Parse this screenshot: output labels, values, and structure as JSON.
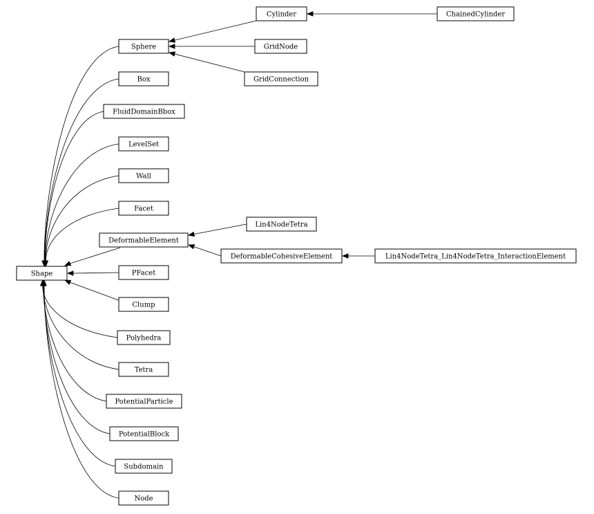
{
  "diagram": {
    "type": "inheritance-graph",
    "nodes": [
      {
        "id": "shape",
        "label": "Shape"
      },
      {
        "id": "sphere",
        "label": "Sphere"
      },
      {
        "id": "cylinder",
        "label": "Cylinder"
      },
      {
        "id": "chained_cylinder",
        "label": "ChainedCylinder"
      },
      {
        "id": "grid_node",
        "label": "GridNode"
      },
      {
        "id": "grid_connection",
        "label": "GridConnection"
      },
      {
        "id": "box",
        "label": "Box"
      },
      {
        "id": "fluid_domain_bbox",
        "label": "FluidDomainBbox"
      },
      {
        "id": "level_set",
        "label": "LevelSet"
      },
      {
        "id": "wall",
        "label": "Wall"
      },
      {
        "id": "facet",
        "label": "Facet"
      },
      {
        "id": "deformable_element",
        "label": "DeformableElement"
      },
      {
        "id": "lin4_node_tetra",
        "label": "Lin4NodeTetra"
      },
      {
        "id": "deformable_cohesive_element",
        "label": "DeformableCohesiveElement"
      },
      {
        "id": "lin4_interaction",
        "label": "Lin4NodeTetra_Lin4NodeTetra_InteractionElement"
      },
      {
        "id": "pfacet",
        "label": "PFacet"
      },
      {
        "id": "clump",
        "label": "Clump"
      },
      {
        "id": "polyhedra",
        "label": "Polyhedra"
      },
      {
        "id": "tetra",
        "label": "Tetra"
      },
      {
        "id": "potential_particle",
        "label": "PotentialParticle"
      },
      {
        "id": "potential_block",
        "label": "PotentialBlock"
      },
      {
        "id": "subdomain",
        "label": "Subdomain"
      },
      {
        "id": "node",
        "label": "Node"
      }
    ],
    "edges": [
      {
        "from": "sphere",
        "to": "shape"
      },
      {
        "from": "box",
        "to": "shape"
      },
      {
        "from": "fluid_domain_bbox",
        "to": "shape"
      },
      {
        "from": "level_set",
        "to": "shape"
      },
      {
        "from": "wall",
        "to": "shape"
      },
      {
        "from": "facet",
        "to": "shape"
      },
      {
        "from": "deformable_element",
        "to": "shape"
      },
      {
        "from": "pfacet",
        "to": "shape"
      },
      {
        "from": "clump",
        "to": "shape"
      },
      {
        "from": "polyhedra",
        "to": "shape"
      },
      {
        "from": "tetra",
        "to": "shape"
      },
      {
        "from": "potential_particle",
        "to": "shape"
      },
      {
        "from": "potential_block",
        "to": "shape"
      },
      {
        "from": "subdomain",
        "to": "shape"
      },
      {
        "from": "node",
        "to": "shape"
      },
      {
        "from": "cylinder",
        "to": "sphere"
      },
      {
        "from": "grid_node",
        "to": "sphere"
      },
      {
        "from": "grid_connection",
        "to": "sphere"
      },
      {
        "from": "chained_cylinder",
        "to": "cylinder"
      },
      {
        "from": "lin4_node_tetra",
        "to": "deformable_element"
      },
      {
        "from": "deformable_cohesive_element",
        "to": "deformable_element"
      },
      {
        "from": "lin4_interaction",
        "to": "deformable_cohesive_element"
      }
    ]
  }
}
